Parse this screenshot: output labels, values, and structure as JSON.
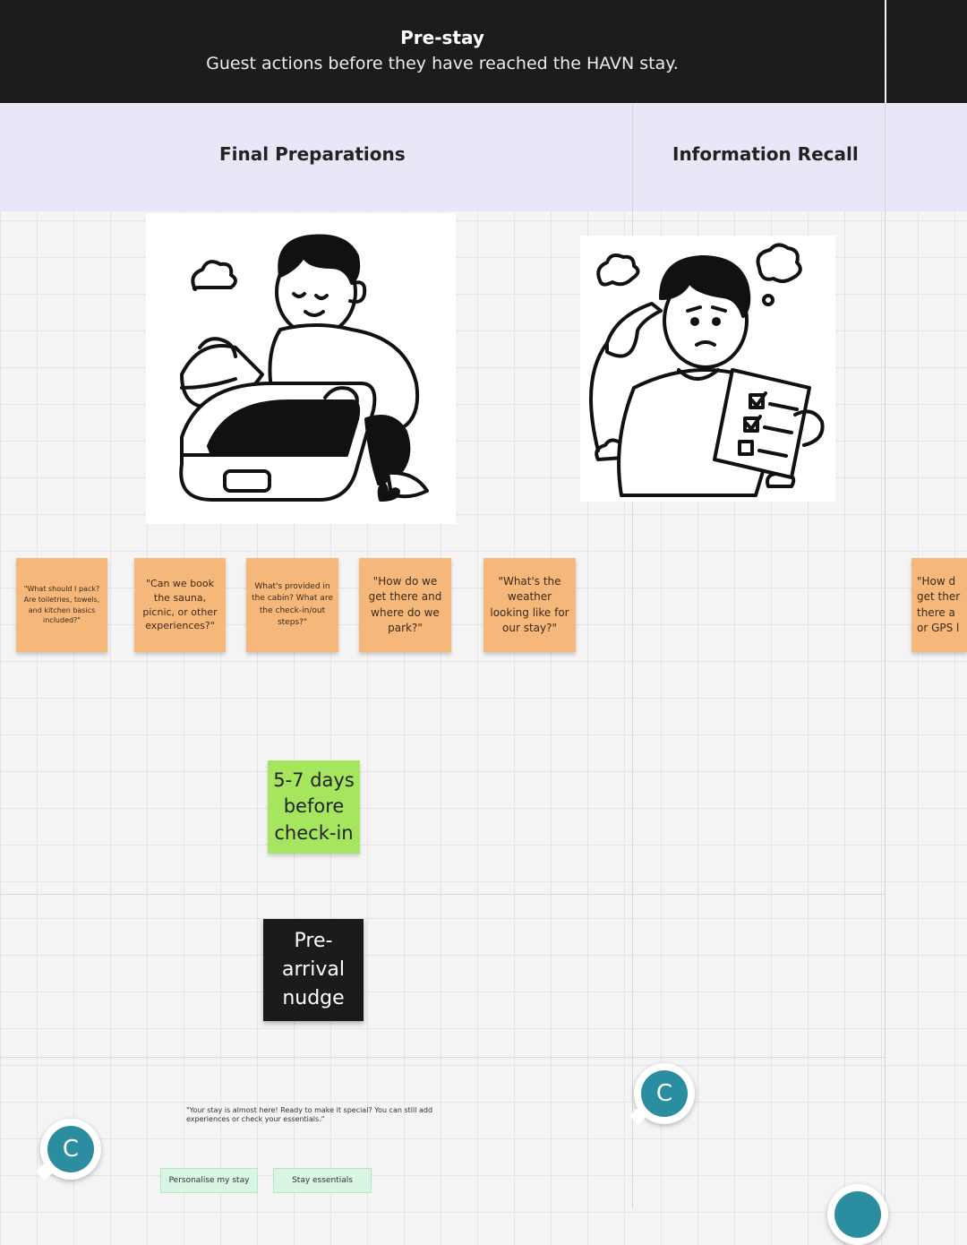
{
  "header": {
    "title": "Pre-stay",
    "subtitle": "Guest actions before they have reached the HAVN stay."
  },
  "sections": {
    "final_preparations": "Final Preparations",
    "information_recall": "Information Recall"
  },
  "notes": [
    "\"What should I pack? Are toiletries, towels, and kitchen basics included?\"",
    "\"Can we book the sauna, picnic, or other experiences?\"",
    "What's provided in the cabin? What are the check-in/out steps?\"",
    "\"How do we get there and where do we park?\"",
    "\"What's the weather looking like for our stay?\"",
    "\"How d get ther there a or GPS l"
  ],
  "timing_note": "5-7 days before check-in",
  "touchpoint_note": "Pre-arrival nudge",
  "message_text": "\"Your stay is almost here! Ready to make it special? You can still add experiences or check your essentials.\"",
  "buttons": {
    "personalise": "Personalise my stay",
    "essentials": "Stay essentials"
  },
  "avatars": {
    "initial": "C"
  }
}
